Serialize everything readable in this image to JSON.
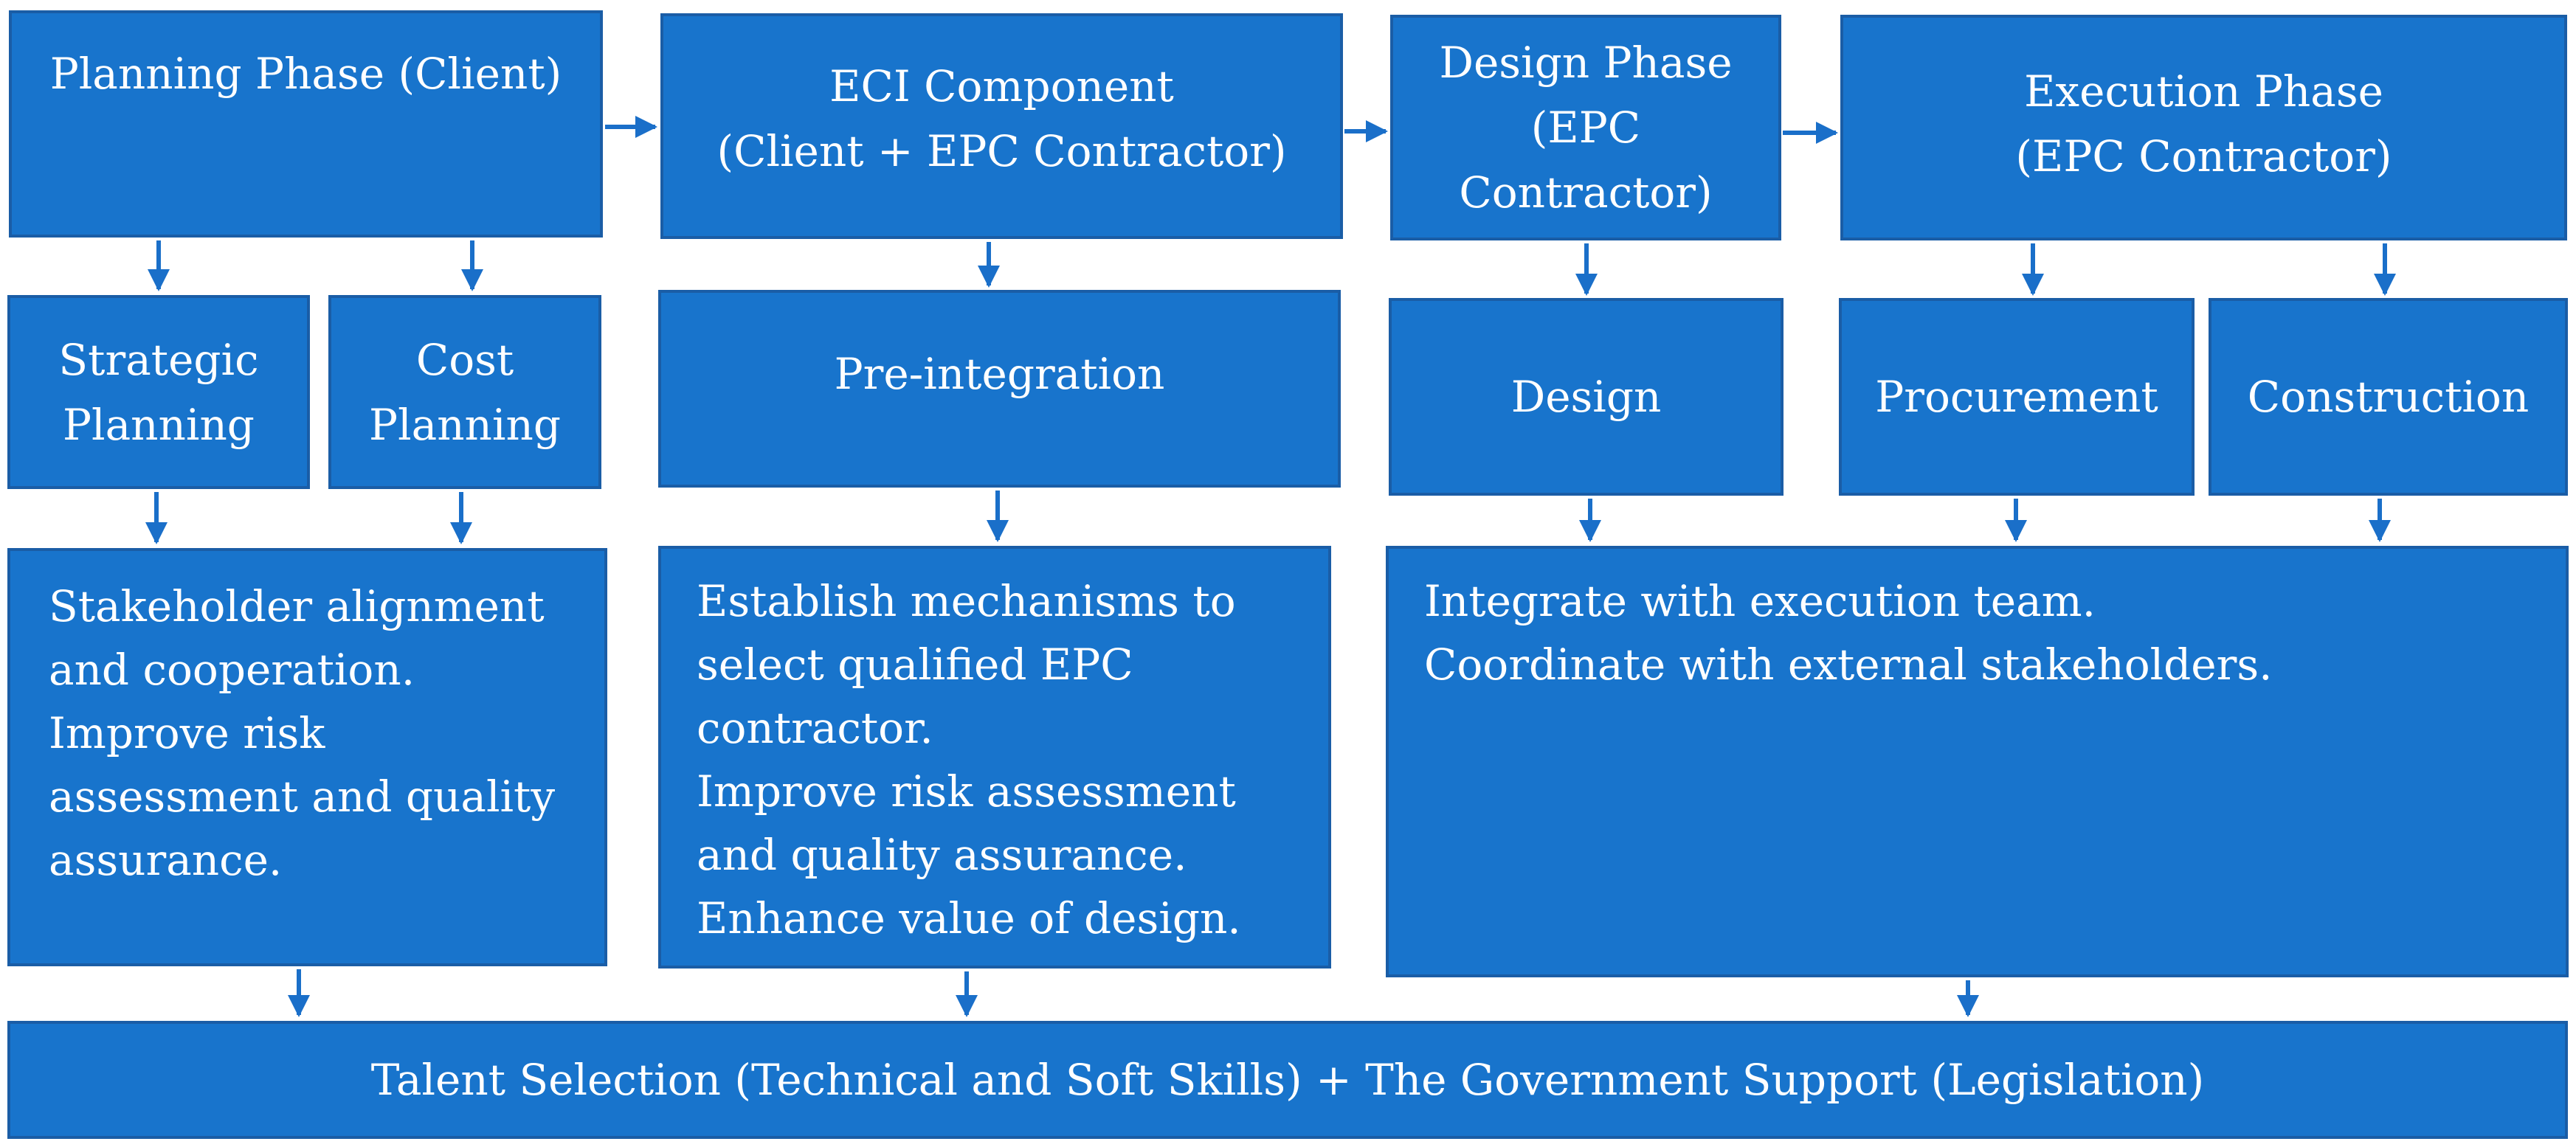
{
  "colors": {
    "box_fill": "#1874CC",
    "box_border": "#1A5DA6",
    "arrow": "#1A6FC9",
    "text": "#FFFFFF"
  },
  "phases": {
    "planning": "Planning Phase (Client)",
    "eci": "ECI Component\n(Client + EPC Contractor)",
    "design": "Design Phase\n(EPC\nContractor)",
    "execution": "Execution Phase\n(EPC Contractor)"
  },
  "subphases": {
    "strategic_planning": "Strategic\nPlanning",
    "cost_planning": "Cost\nPlanning",
    "pre_integration": "Pre-integration",
    "design": "Design",
    "procurement": "Procurement",
    "construction": "Construction"
  },
  "outcomes": {
    "planning": "Stakeholder alignment\nand cooperation.\nImprove risk\nassessment and quality\nassurance.",
    "eci": "Establish mechanisms to\nselect qualified EPC\ncontractor.\nImprove risk assessment\nand quality assurance.\nEnhance value of design.",
    "design_execution": "Integrate with execution team.\nCoordinate with external stakeholders."
  },
  "foundation": "Talent Selection (Technical and Soft Skills) + The Government Support (Legislation)"
}
